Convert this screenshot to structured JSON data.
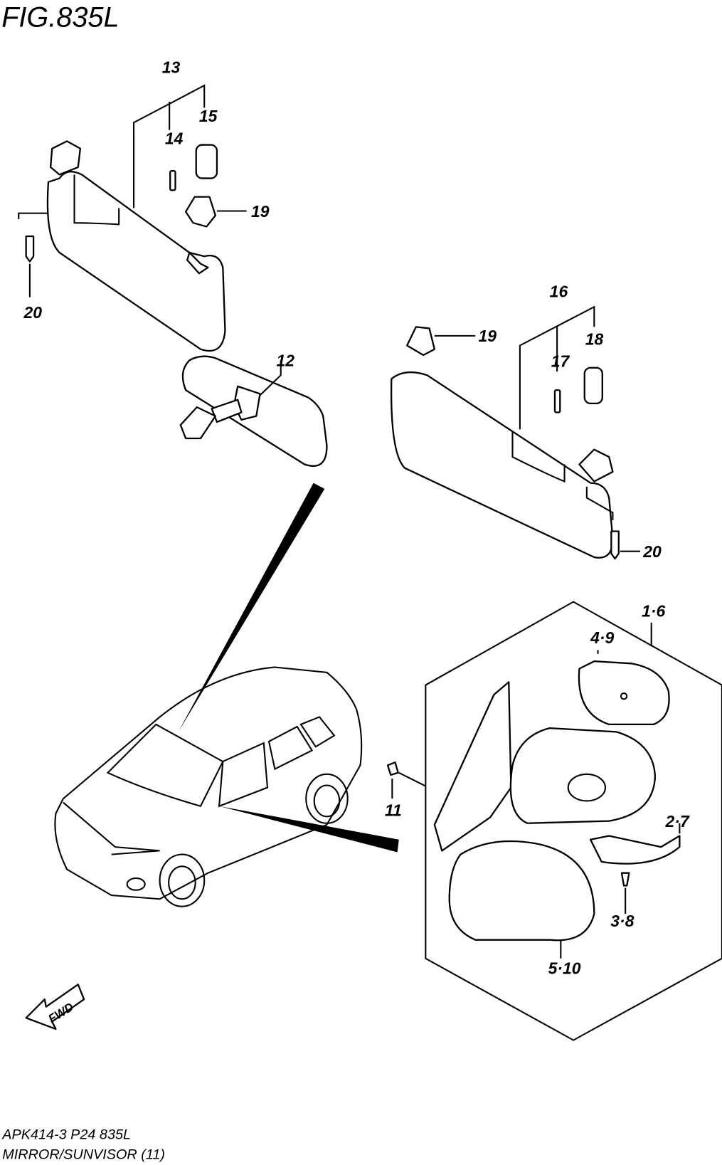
{
  "figure": {
    "title": "FIG.835L",
    "code": "APK414-3 P24 835L",
    "caption": "MIRROR/SUNVISOR (11)",
    "fwd_label": "FWD"
  },
  "callouts": {
    "c13": "13",
    "c14": "14",
    "c15": "15",
    "c19a": "19",
    "c20a": "20",
    "c12": "12",
    "c16": "16",
    "c17": "17",
    "c18": "18",
    "c19b": "19",
    "c20b": "20",
    "c1_6": "1·6",
    "c4_9": "4·9",
    "c2_7": "2·7",
    "c3_8": "3·8",
    "c5_10": "5·10",
    "c11": "11"
  }
}
